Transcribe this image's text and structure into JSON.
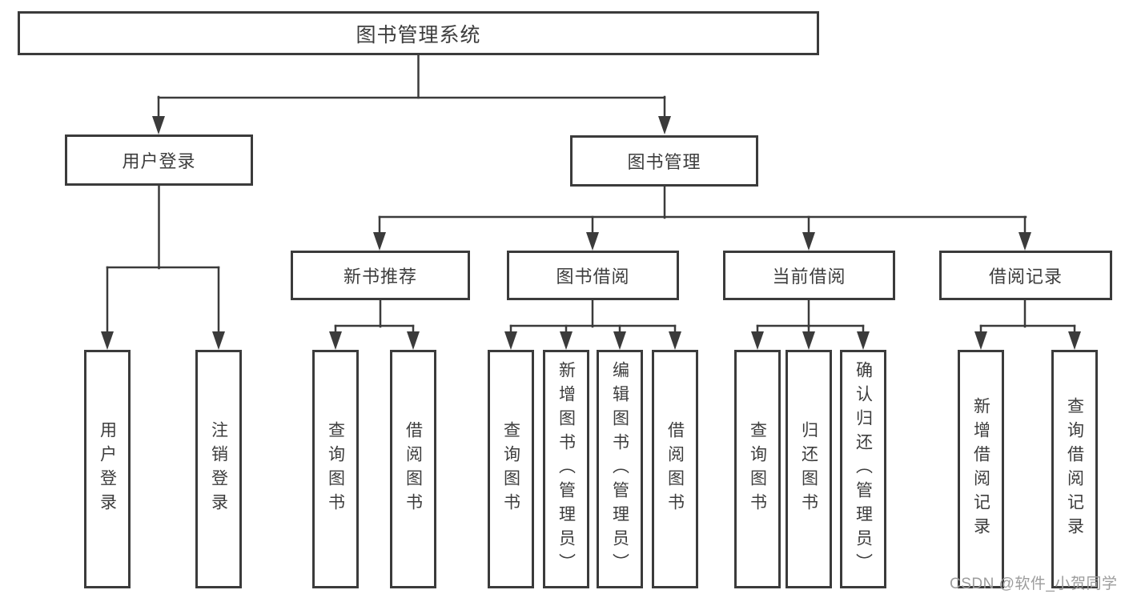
{
  "diagram": {
    "title": "图书管理系统",
    "level2": {
      "user_login": "用户登录",
      "book_mgmt": "图书管理"
    },
    "level3": {
      "new_book": "新书推荐",
      "book_borrow": "图书借阅",
      "current_borrow": "当前借阅",
      "borrow_record": "借阅记录"
    },
    "leaves": {
      "user_login": "用户登录",
      "logout": "注销登录",
      "nb_query": "查询图书",
      "nb_borrow": "借阅图书",
      "bb_query": "查询图书",
      "bb_add": "新增图书（管理员）",
      "bb_edit": "编辑图书（管理员）",
      "bb_borrow": "借阅图书",
      "cb_query": "查询图书",
      "cb_return": "归还图书",
      "cb_confirm": "确认归还（管理员）",
      "br_add": "新增借阅记录",
      "br_query": "查询借阅记录"
    }
  },
  "watermark": "CSDN @软件_小贺同学",
  "colors": {
    "line": "#3b3b3b",
    "text": "#3d3d3d",
    "watermark": "#9c9c9c",
    "background": "#ffffff"
  }
}
